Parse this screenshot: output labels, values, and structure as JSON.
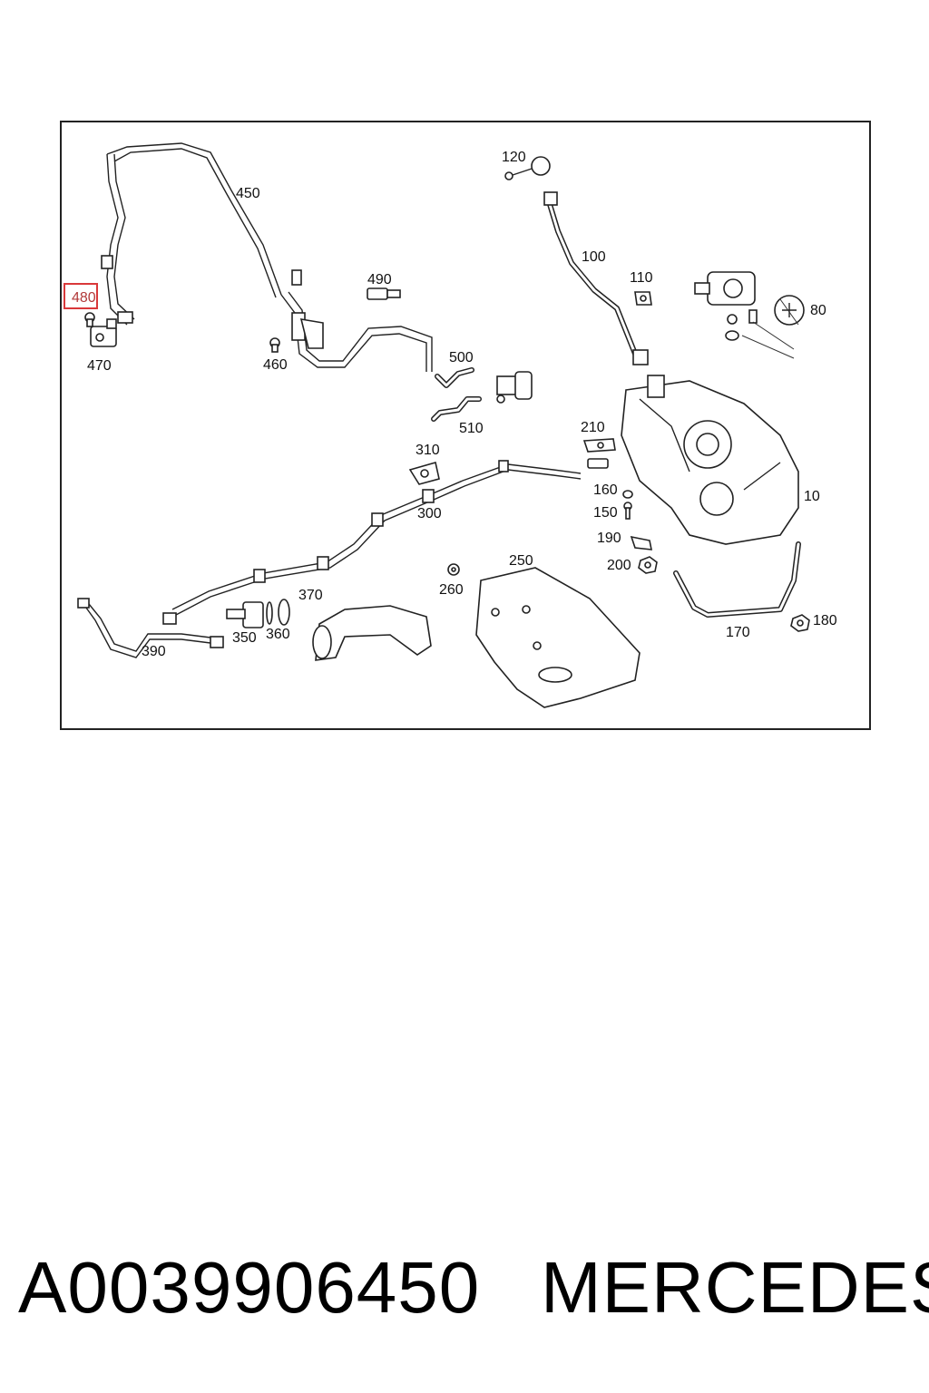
{
  "diagram": {
    "highlight_color": "#d9383a",
    "labels": {
      "l480": "480",
      "l470": "470",
      "l450": "450",
      "l460": "460",
      "l490": "490",
      "l500": "500",
      "l510": "510",
      "l120": "120",
      "l100": "100",
      "l110": "110",
      "l80": "80",
      "l210": "210",
      "l310": "310",
      "l300": "300",
      "l160": "160",
      "l150": "150",
      "l190": "190",
      "l200": "200",
      "l10": "10",
      "l250": "250",
      "l260": "260",
      "l370": "370",
      "l350": "350",
      "l360": "360",
      "l390": "390",
      "l170": "170",
      "l180": "180"
    }
  },
  "footer": {
    "part_number": "A0039906450",
    "brand": "MERCEDES"
  }
}
